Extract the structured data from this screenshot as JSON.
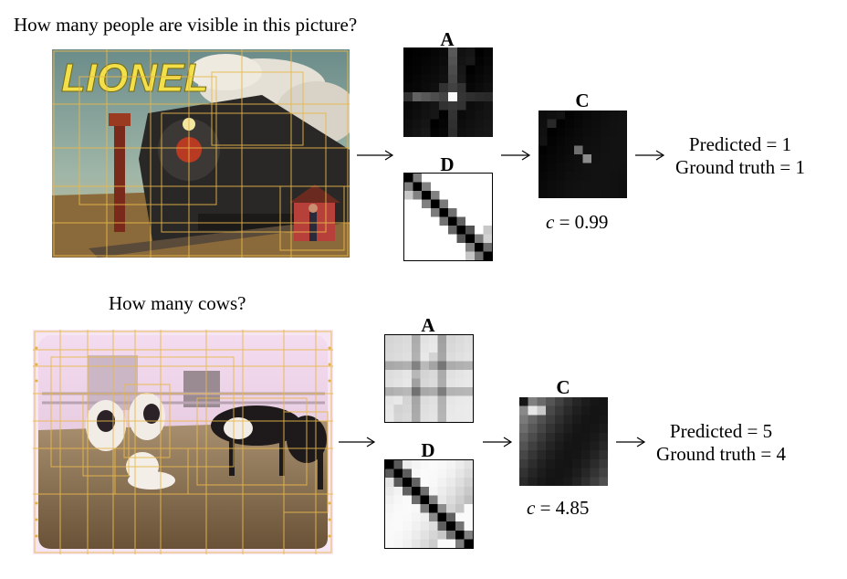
{
  "rows": [
    {
      "question": "How many people are visible in this picture?",
      "photo_icon": "lionel-train-poster-photo",
      "photo_text": "LIONEL",
      "labels": {
        "a": "A",
        "d": "D",
        "c": "C"
      },
      "c_symbol": "c",
      "c_value": "= 0.99",
      "predicted": "Predicted = 1",
      "ground_truth": "Ground truth = 1"
    },
    {
      "question": "How many cows?",
      "photo_icon": "cows-and-dog-in-pen-photo",
      "labels": {
        "a": "A",
        "d": "D",
        "c": "C"
      },
      "c_symbol": "c",
      "c_value": "= 4.85",
      "predicted": "Predicted = 5",
      "ground_truth": "Ground truth = 4"
    }
  ],
  "colors": {
    "box_outline": "#e8b84a",
    "matrix_border": "#000000"
  }
}
